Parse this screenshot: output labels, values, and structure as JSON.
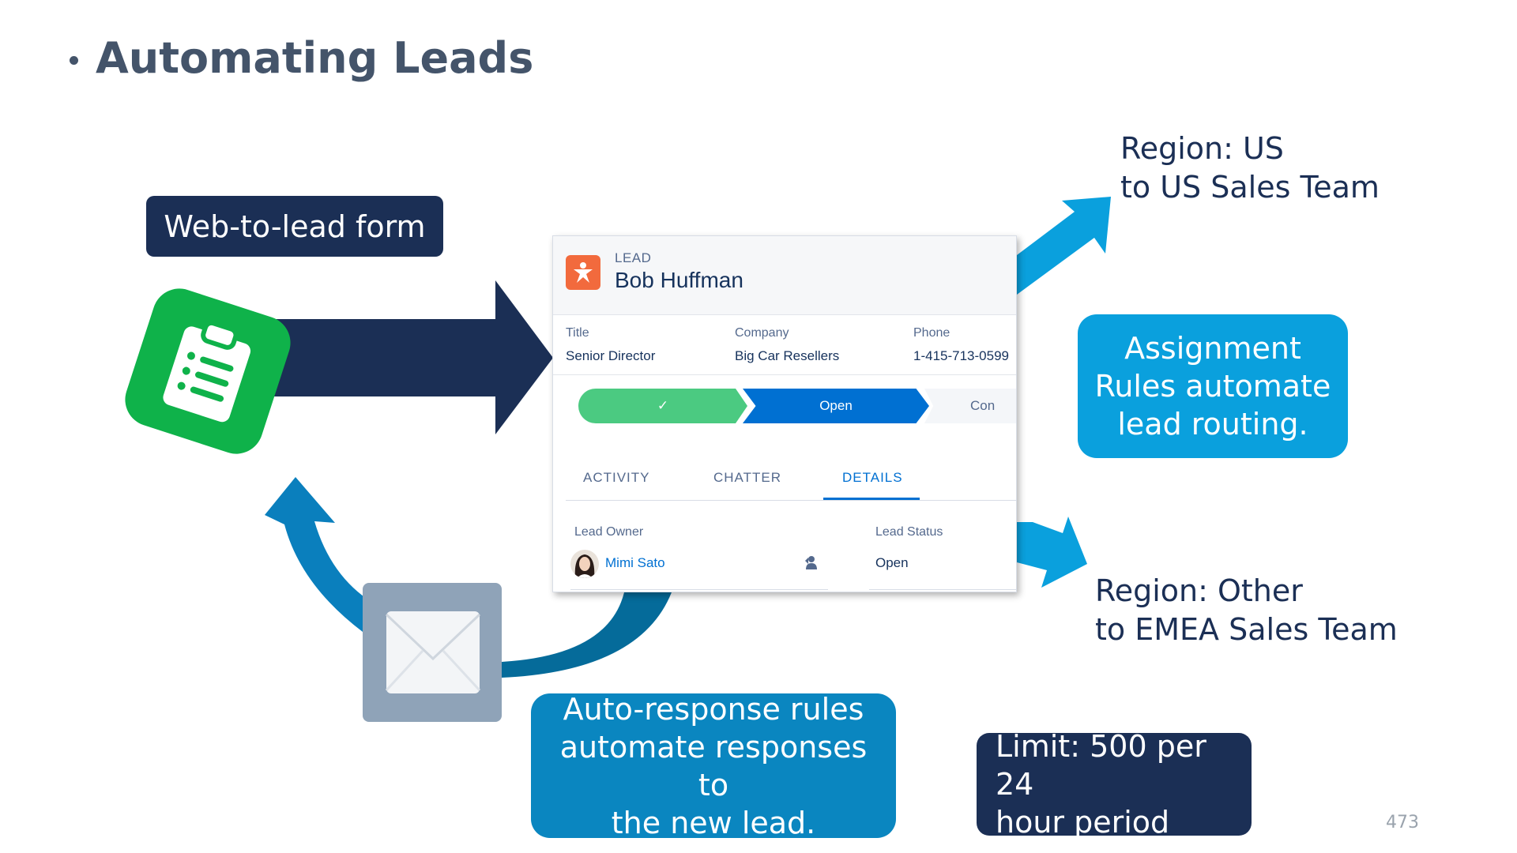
{
  "title": "Automating Leads",
  "web_to_lead_label": "Web-to-lead form",
  "region_us": "Region: US\nto US Sales Team",
  "region_other": "Region: Other\nto EMEA Sales Team",
  "assignment_note": "Assignment\nRules automate\nlead routing.",
  "autoresponse_note": "Auto-response rules\nautomate responses to\nthe new lead.",
  "limit_note": "Limit: 500 per 24\nhour period",
  "page_number": "473",
  "lead_card": {
    "type_label": "LEAD",
    "name": "Bob Huffman",
    "fields": {
      "title_label": "Title",
      "title_value": "Senior Director",
      "company_label": "Company",
      "company_value": "Big Car Resellers",
      "phone_label": "Phone",
      "phone_value": "1-415-713-0599"
    },
    "path": {
      "done_mark": "✓",
      "current": "Open",
      "next": "Con"
    },
    "tabs": [
      "ACTIVITY",
      "CHATTER",
      "DETAILS"
    ],
    "active_tab": "DETAILS",
    "details": {
      "owner_label": "Lead Owner",
      "owner_value": "Mimi Sato",
      "status_label": "Lead Status",
      "status_value": "Open"
    }
  },
  "colors": {
    "navy": "#1b2f55",
    "title_gray": "#44546a",
    "bright_blue": "#0aa0dd",
    "medium_blue": "#0a86c0",
    "dark_blue": "#056b9a",
    "form_green": "#0fb24a",
    "mail_gray": "#8fa3b8",
    "lead_orange": "#f26a3d"
  },
  "icons": [
    "form-icon",
    "mail-icon",
    "lead-icon",
    "checkmark-icon",
    "change-owner-icon"
  ]
}
